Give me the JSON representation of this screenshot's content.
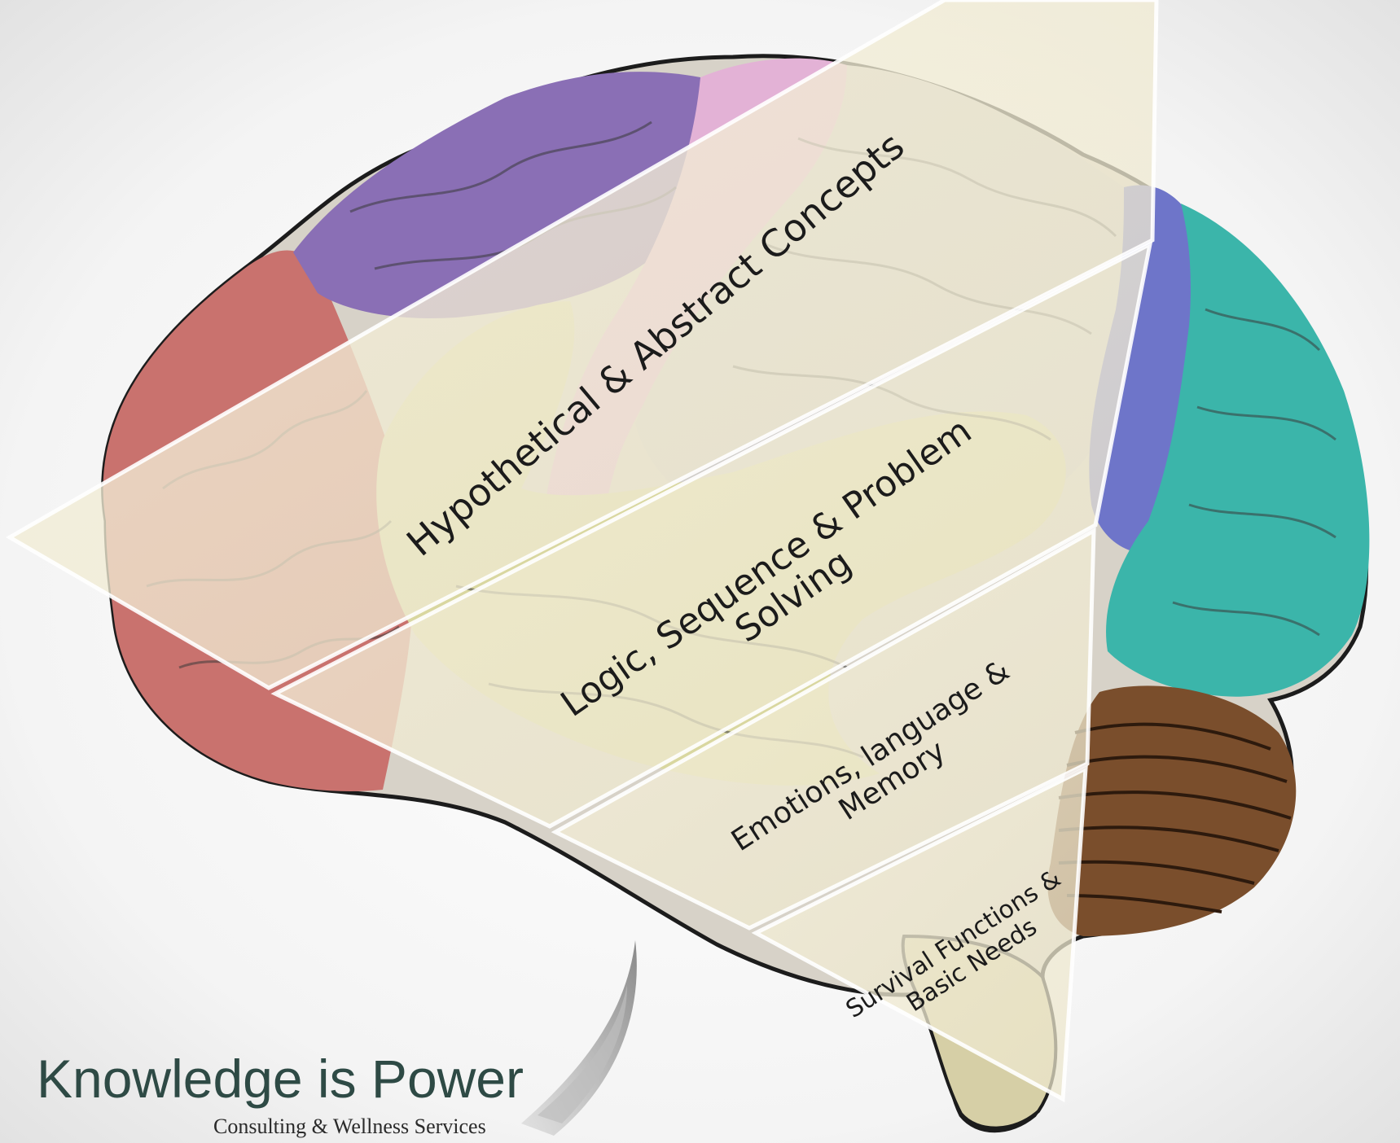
{
  "tiers": [
    {
      "label_lines": [
        "Hypothetical & Abstract Concepts"
      ]
    },
    {
      "label_lines": [
        "Logic, Sequence & Problem",
        "Solving"
      ]
    },
    {
      "label_lines": [
        "Emotions, language &",
        "Memory"
      ]
    },
    {
      "label_lines": [
        "Survival Functions &",
        "Basic Needs"
      ]
    }
  ],
  "logo": {
    "title": "Knowledge is Power",
    "subtitle": "Consulting & Wellness Services"
  },
  "colors": {
    "frontal_lobe": "#8a6fb5",
    "prefrontal": "#c9726e",
    "motor_strip": "#e3b2d6",
    "parietal": "#cfccc8",
    "temporal": "#d9d7a0",
    "occipital": "#3bb5aa",
    "cerebellum": "#7a4e2c",
    "brainstem": "#d6cfa6",
    "overlay": "#f3eed6",
    "logo_green": "#2e4a45"
  }
}
